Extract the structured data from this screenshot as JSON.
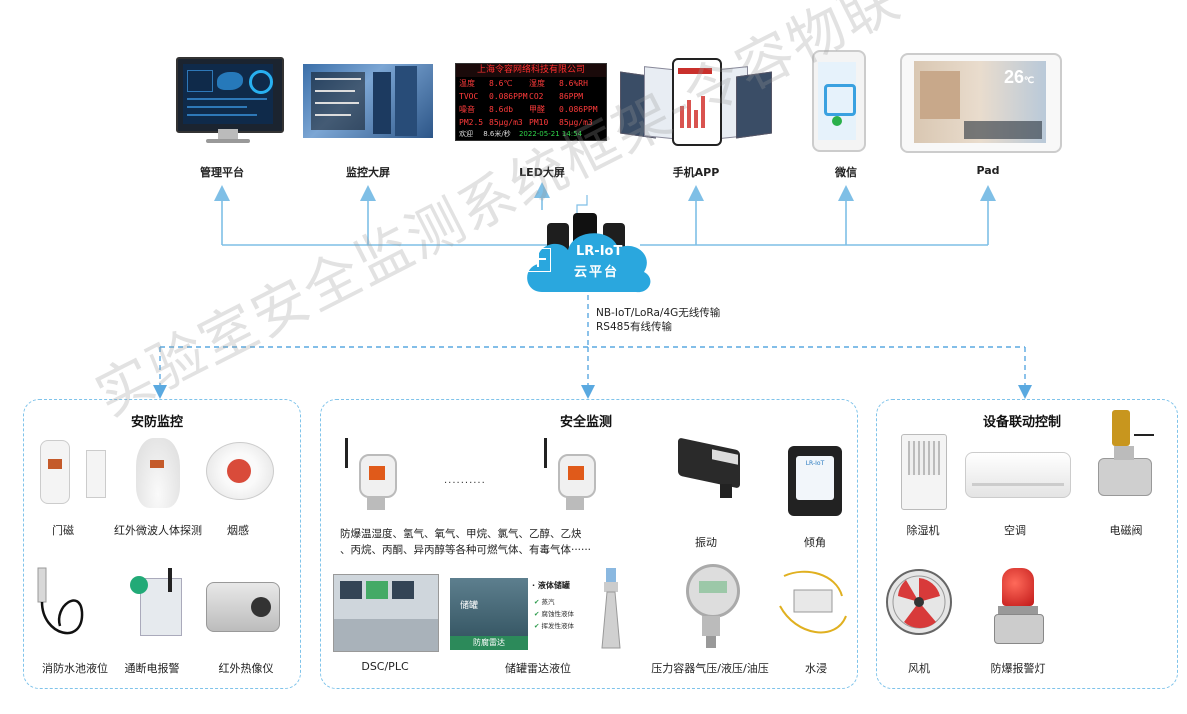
{
  "top_terminals": [
    {
      "id": "mgmt",
      "label": "管理平台"
    },
    {
      "id": "bigscreen",
      "label": "监控大屏"
    },
    {
      "id": "led",
      "label": "LED大屏"
    },
    {
      "id": "app",
      "label": "手机APP"
    },
    {
      "id": "wechat",
      "label": "微信"
    },
    {
      "id": "pad",
      "label": "Pad"
    }
  ],
  "led_screen": {
    "title": "上海令容网络科技有限公司",
    "rows": [
      [
        "温度",
        "8.6℃",
        "湿度",
        "8.6%RH"
      ],
      [
        "TVOC",
        "0.086PPM",
        "CO2",
        "86PPM"
      ],
      [
        "噪音",
        "8.6db",
        "甲醛",
        "0.086PPM"
      ],
      [
        "PM2.5",
        "85μg/m3",
        "PM10",
        "85μg/m3"
      ]
    ],
    "footer_left": "欢迎",
    "footer_mid": "8.6米/秒",
    "footer_date": "2022-05-21 14:54"
  },
  "pad_screen": {
    "temp": "26",
    "unit": "℃"
  },
  "cloud": {
    "line1": "LR-IoT",
    "line2": "云平台"
  },
  "transmission": {
    "line1": "NB-IoT/LoRa/4G无线传输",
    "line2": "RS485有线传输"
  },
  "panels": {
    "security": {
      "title": "安防监控",
      "items": [
        "门磁",
        "红外微波人体探测",
        "烟感",
        "消防水池液位",
        "通断电报警",
        "红外热像仪"
      ]
    },
    "safety": {
      "title": "安全监测",
      "gas_dots": "··········",
      "gas_desc_line1": "防爆温湿度、氢气、氧气、甲烷、氯气、乙醇、乙炔",
      "gas_desc_line2": "、丙烷、丙酮、异丙醇等各种可燃气体、有毒气体······",
      "items": [
        "振动",
        "倾角",
        "DSC/PLC",
        "储罐雷达液位",
        "压力容器气压/液压/油压",
        "水浸"
      ],
      "tank_card": {
        "title": "液体储罐",
        "checks": [
          "蒸汽",
          "腐蚀性液体",
          "挥发性液体"
        ],
        "label": "储罐",
        "banner": "防腐雷达"
      },
      "tilt_screen": "LR-IoT"
    },
    "linkage": {
      "title": "设备联动控制",
      "items": [
        "除湿机",
        "空调",
        "电磁阀",
        "风机",
        "防爆报警灯"
      ]
    }
  },
  "watermark": "实验室安全监测系统框架-令容物联",
  "colors": {
    "line": "#7fbfe6",
    "dashed": "#5aa9e0",
    "cloud": "#29a3dc",
    "panel_border": "#7fc3ea"
  }
}
